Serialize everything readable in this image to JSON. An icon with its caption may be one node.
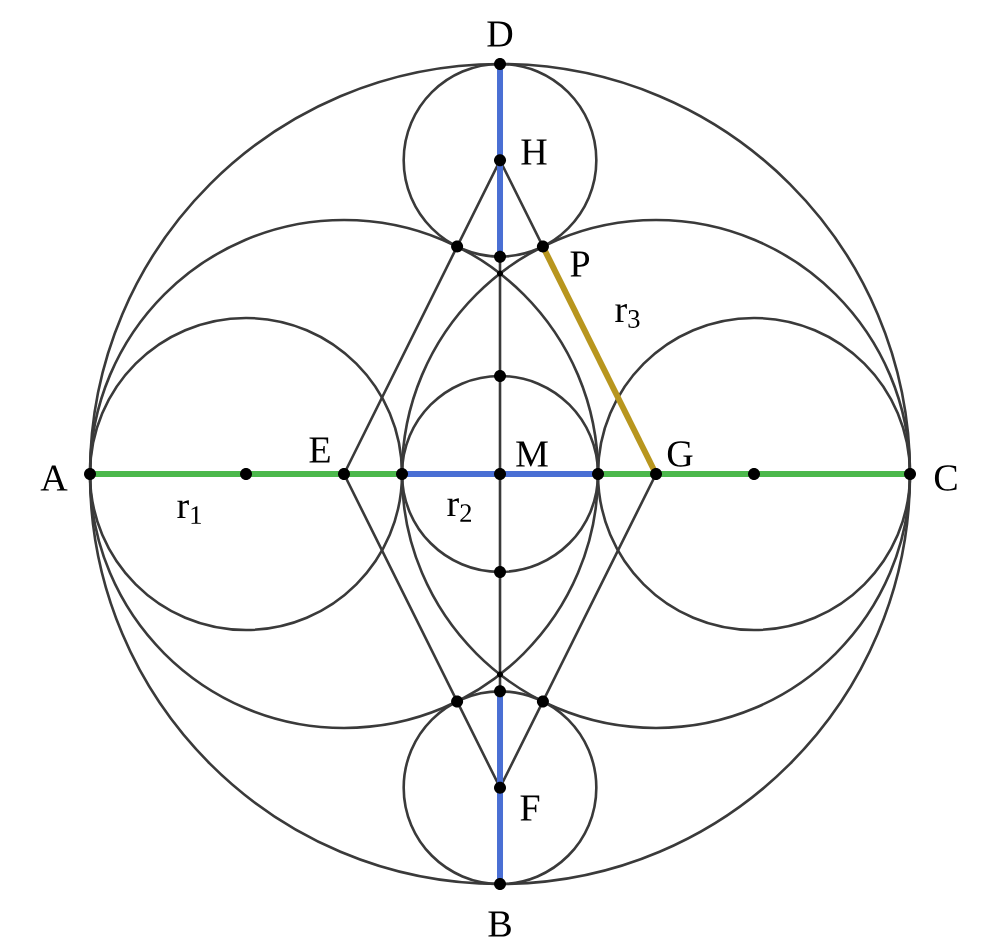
{
  "diagram": {
    "labels": [
      "D",
      "H",
      "P",
      "r$_{3}$",
      "A",
      "E",
      "M",
      "G",
      "C",
      "r$_{1}$",
      "r$_{2}$",
      "F",
      "B"
    ]
  }
}
